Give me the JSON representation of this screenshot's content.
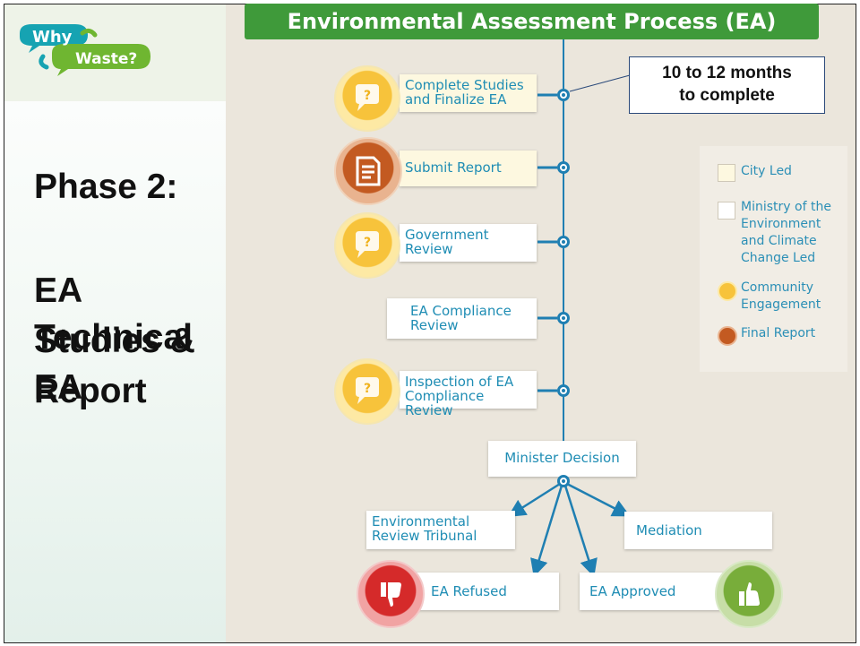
{
  "slide": {
    "logo": {
      "line1": "Why",
      "line2": "Waste?"
    },
    "phase_heading": "Phase 2:",
    "phase_title_lines": [
      "EA Technical",
      "Studies & EA",
      "Report"
    ]
  },
  "diagram": {
    "title": "Environmental Assessment Process (EA)",
    "callout": {
      "line1": "10 to 12 months",
      "line2": "to complete"
    },
    "steps": {
      "complete_studies": {
        "line1": "Complete Studies",
        "line2": "and Finalize EA"
      },
      "submit_report": {
        "line1": "Submit Report"
      },
      "government_review": {
        "line1": "Government",
        "line2": "Review"
      },
      "ea_compliance": {
        "line1": "EA Compliance",
        "line2": "Review"
      },
      "inspection": {
        "line1": "Inspection of EA",
        "line2": "Compliance Review"
      },
      "minister": {
        "line1": "Minister Decision"
      },
      "tribunal": {
        "line1": "Environmental",
        "line2": "Review Tribunal"
      },
      "mediation": {
        "line1": "Mediation"
      },
      "refused": {
        "line1": "EA Refused"
      },
      "approved": {
        "line1": "EA Approved"
      }
    },
    "legend": {
      "city": "City Led",
      "ministry": [
        "Ministry of the",
        "Environment",
        "and Climate",
        "Change Led"
      ],
      "community": [
        "Community",
        "Engagement"
      ],
      "final": "Final Report"
    },
    "icons": {
      "community": "speech-bubble-icon",
      "report": "document-icon",
      "refused": "thumbs-down-icon",
      "approved": "thumbs-up-icon"
    },
    "colors": {
      "title_bar": "#3f9a3a",
      "flow_line": "#1f7fb2",
      "box_text": "#1f8db4",
      "city_box": "#fdf8e0",
      "community_icon": "#f7c33b",
      "report_icon": "#c35a21",
      "refused_icon": "#d52a2a",
      "approved_icon": "#78ad3a"
    }
  }
}
